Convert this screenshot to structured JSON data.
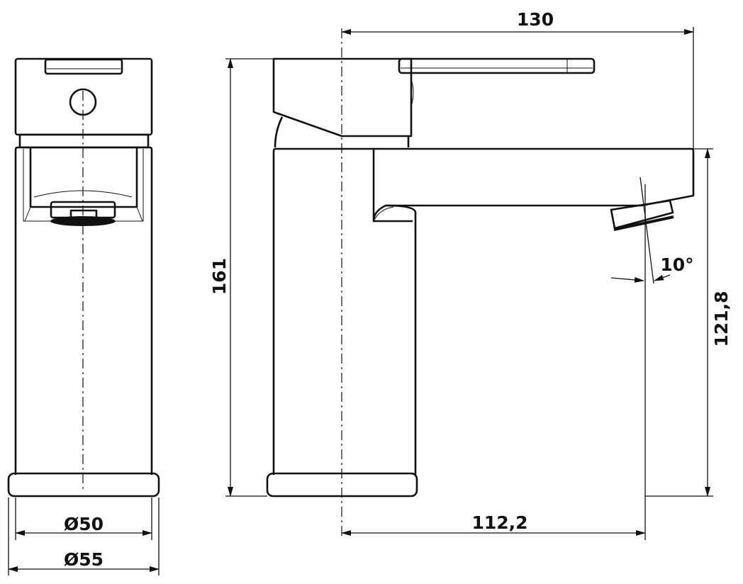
{
  "drawing": {
    "front_view": {
      "dim_inner_diameter": "Ø50",
      "dim_base_diameter": "Ø55"
    },
    "side_view": {
      "dim_overall_length": "130",
      "dim_overall_height": "161",
      "dim_spout_height": "121,8",
      "dim_spout_reach": "112,2",
      "dim_aerator_angle": "10°"
    },
    "colors": {
      "line": "#111111",
      "background": "#ffffff"
    }
  }
}
